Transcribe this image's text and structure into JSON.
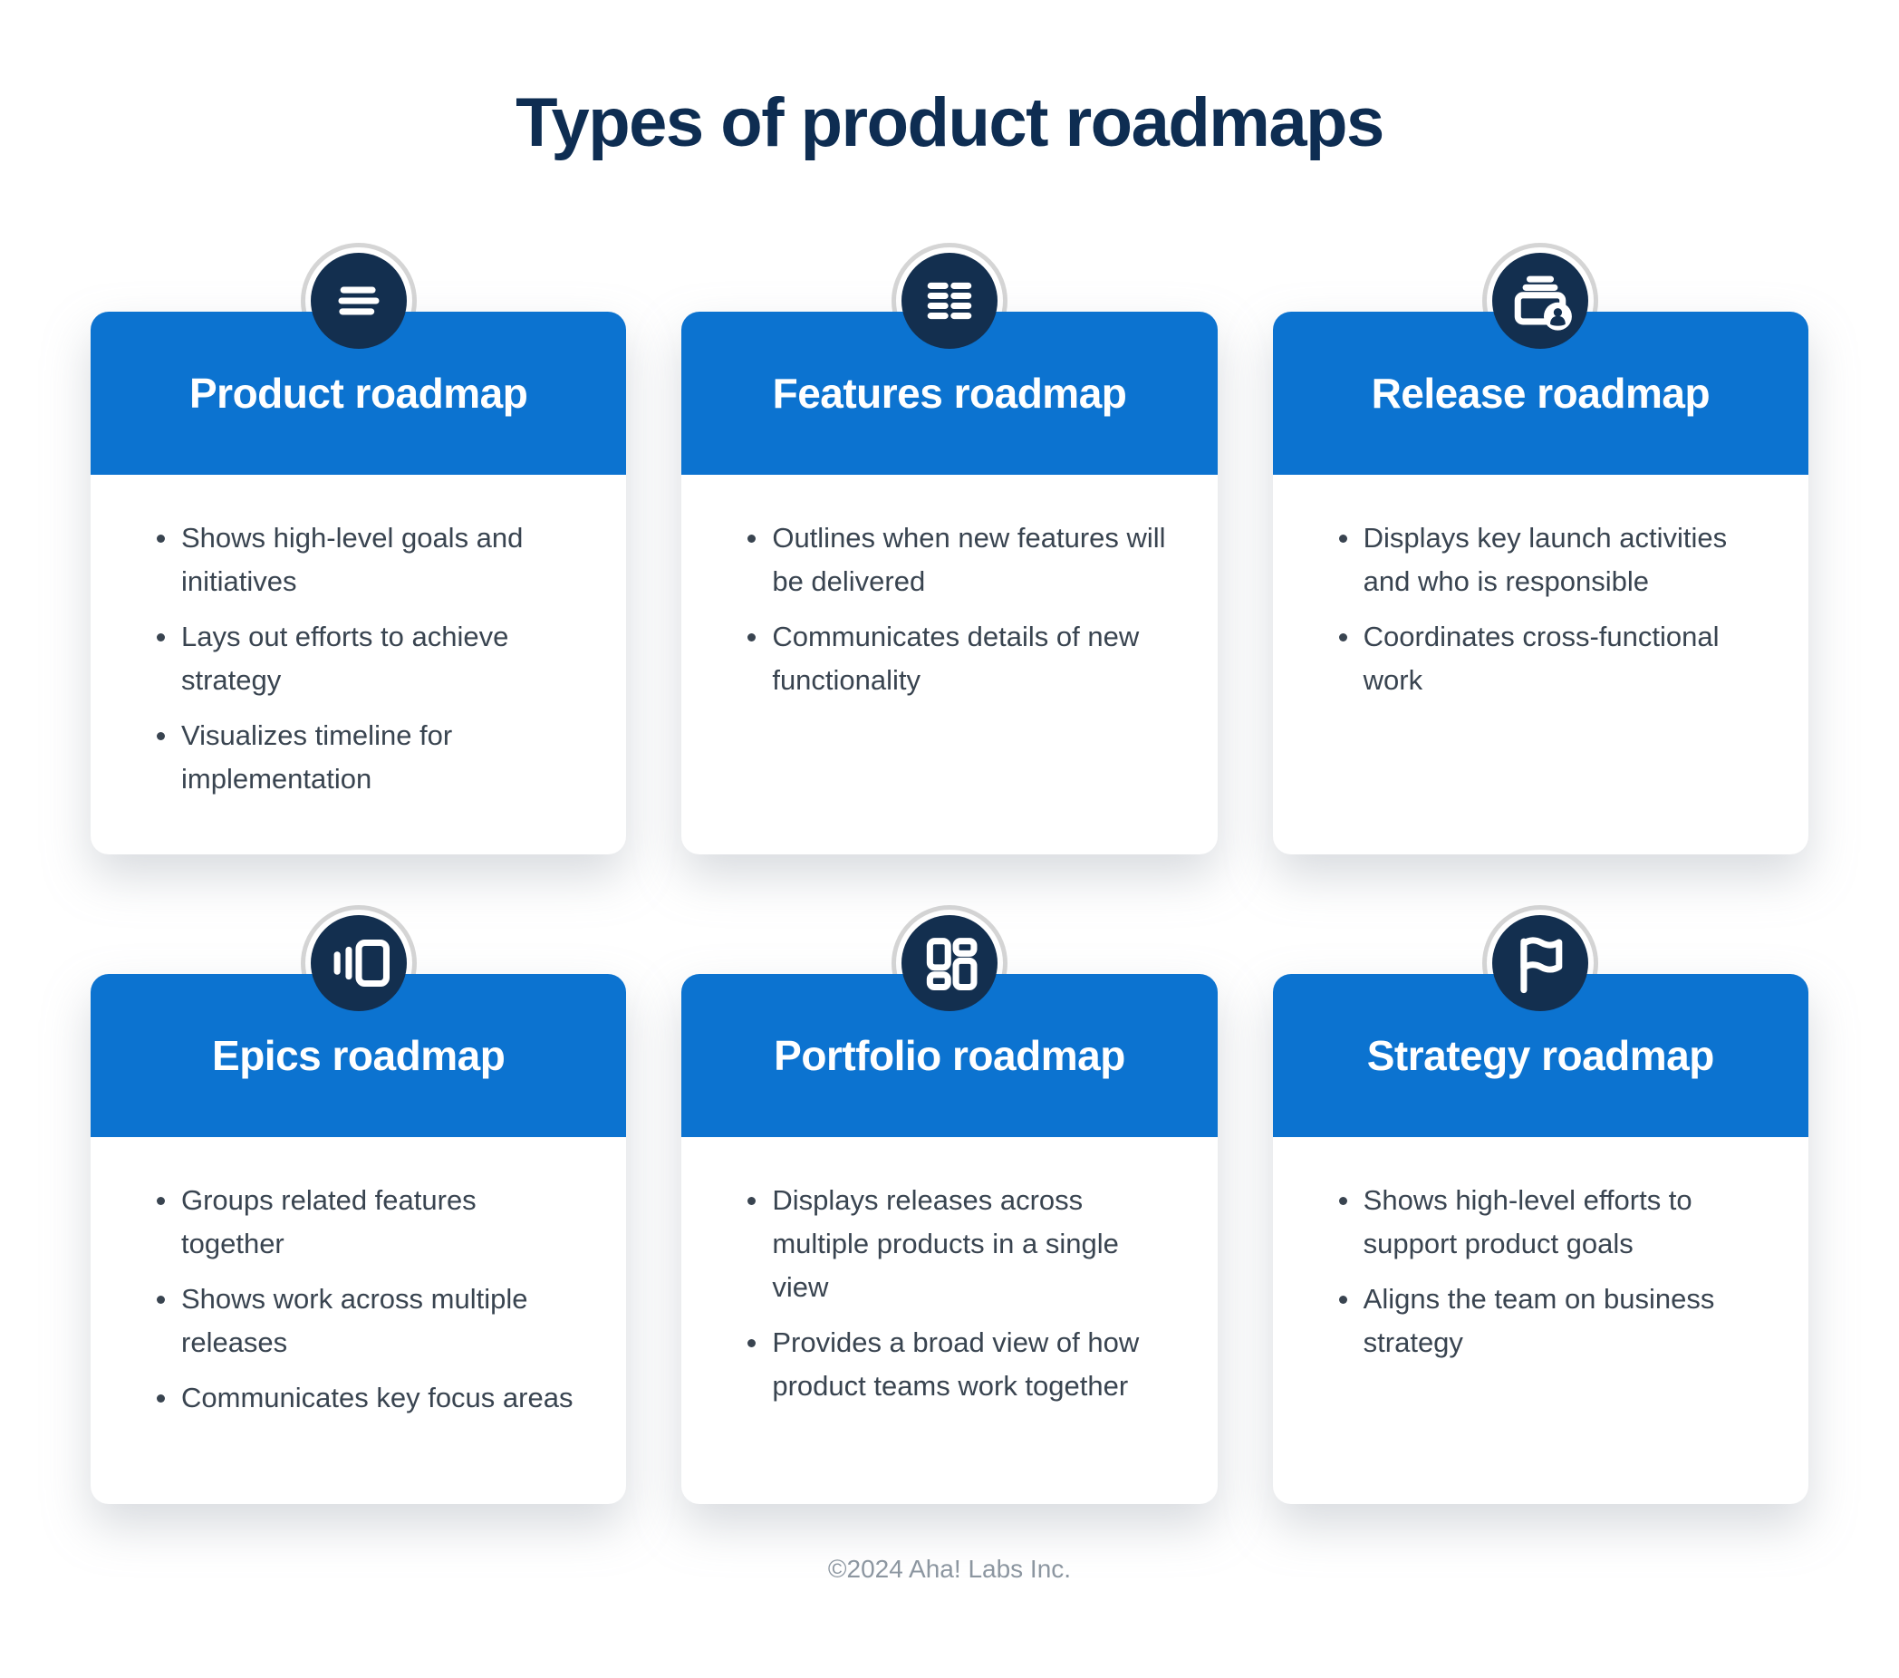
{
  "page": {
    "title": "Types of product roadmaps",
    "footer": "©2024 Aha! Labs Inc."
  },
  "colors": {
    "header_blue": "#0c73d0",
    "icon_navy": "#132f4f",
    "title_navy": "#0e2d52",
    "body_text": "#394450",
    "ring_border": "#d5d5d5",
    "footer_text": "#8d97a1"
  },
  "cards": [
    {
      "icon": "list-lines-icon",
      "title": "Product roadmap",
      "bullets": [
        "Shows high-level goals and initiatives",
        "Lays out efforts to achieve strategy",
        "Visualizes timeline for implementation"
      ]
    },
    {
      "icon": "feature-columns-icon",
      "title": "Features roadmap",
      "bullets": [
        "Outlines when new features will be delivered",
        "Communicates details of new functionality"
      ]
    },
    {
      "icon": "release-cards-person-icon",
      "title": "Release roadmap",
      "bullets": [
        "Displays key launch activities and who is responsible",
        "Coordinates cross-functional work"
      ]
    },
    {
      "icon": "epics-carousel-icon",
      "title": "Epics roadmap",
      "bullets": [
        "Groups related features together",
        "Shows work across multiple releases",
        "Communicates key focus areas"
      ]
    },
    {
      "icon": "portfolio-grid-icon",
      "title": "Portfolio roadmap",
      "bullets": [
        "Displays releases across multiple products in a single view",
        "Provides a broad view of how product teams work together"
      ]
    },
    {
      "icon": "strategy-flag-icon",
      "title": "Strategy roadmap",
      "bullets": [
        "Shows high-level efforts to support product goals",
        "Aligns the team on business strategy"
      ]
    }
  ]
}
